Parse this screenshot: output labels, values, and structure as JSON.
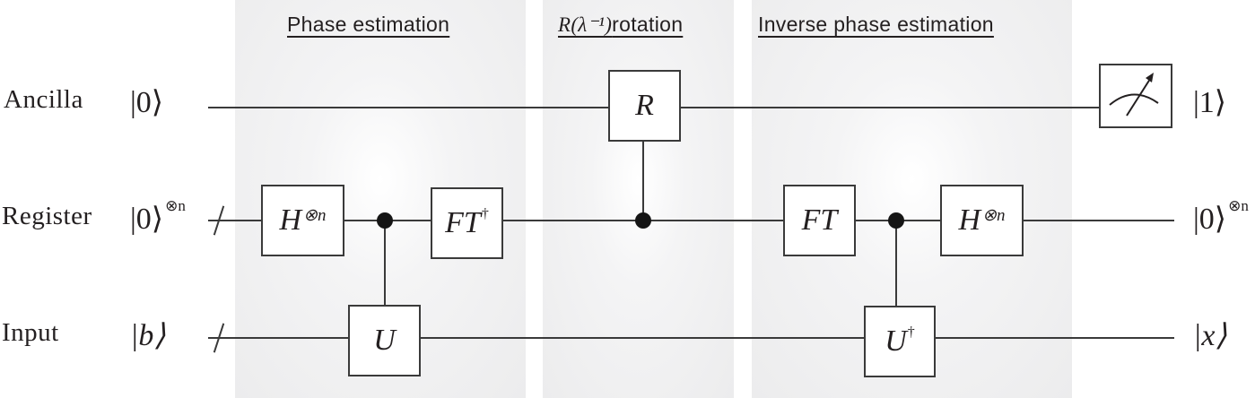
{
  "figure": {
    "sections": [
      {
        "title_prefix": "",
        "title": "Phase estimation"
      },
      {
        "title_prefix": "R(λ⁻¹)",
        "title": "rotation"
      },
      {
        "title_prefix": "",
        "title": "Inverse phase estimation"
      }
    ],
    "qubits": [
      {
        "label": "Ancilla",
        "input_state": "|0⟩",
        "input_sup": "",
        "output_state": "|1⟩",
        "output_sup": "",
        "multi_wire": false
      },
      {
        "label": "Register",
        "input_state": "|0⟩",
        "input_sup": "⊗n",
        "output_state": "|0⟩",
        "output_sup": "⊗n",
        "multi_wire": true
      },
      {
        "label": "Input",
        "input_state": "|b⟩",
        "input_sup": "",
        "output_state": "|x⟩",
        "output_sup": "",
        "multi_wire": true
      }
    ],
    "gates": {
      "h1": {
        "base": "H",
        "sup": "⊗n"
      },
      "u": {
        "base": "U",
        "sup": ""
      },
      "ft_dag": {
        "base": "FT",
        "sup": "†"
      },
      "r": {
        "base": "R",
        "sup": ""
      },
      "ft": {
        "base": "FT",
        "sup": ""
      },
      "u_dag": {
        "base": "U",
        "sup": "†"
      },
      "h2": {
        "base": "H",
        "sup": "⊗n"
      }
    },
    "measurement": {
      "icon": "meter-icon"
    }
  }
}
